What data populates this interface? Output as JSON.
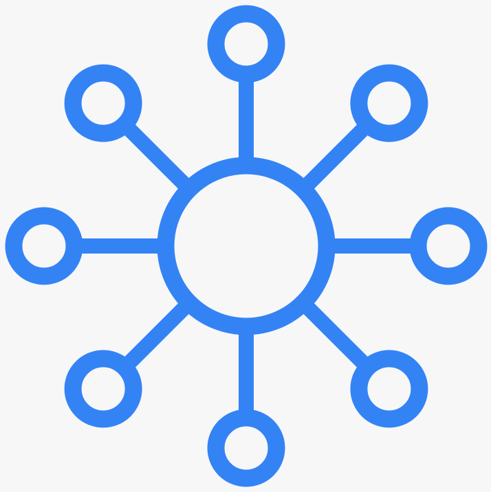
{
  "icon": {
    "name": "hub-network-icon",
    "hub": {
      "name": "hub-node"
    },
    "satellites": [
      {
        "name": "satellite-top"
      },
      {
        "name": "satellite-top-right"
      },
      {
        "name": "satellite-right"
      },
      {
        "name": "satellite-bottom-right"
      },
      {
        "name": "satellite-bottom"
      },
      {
        "name": "satellite-bottom-left"
      },
      {
        "name": "satellite-left"
      },
      {
        "name": "satellite-top-left"
      }
    ]
  },
  "colors": {
    "background": "#f7f7f8",
    "stroke": "#3383f5",
    "fill": "#f7f7f8"
  }
}
